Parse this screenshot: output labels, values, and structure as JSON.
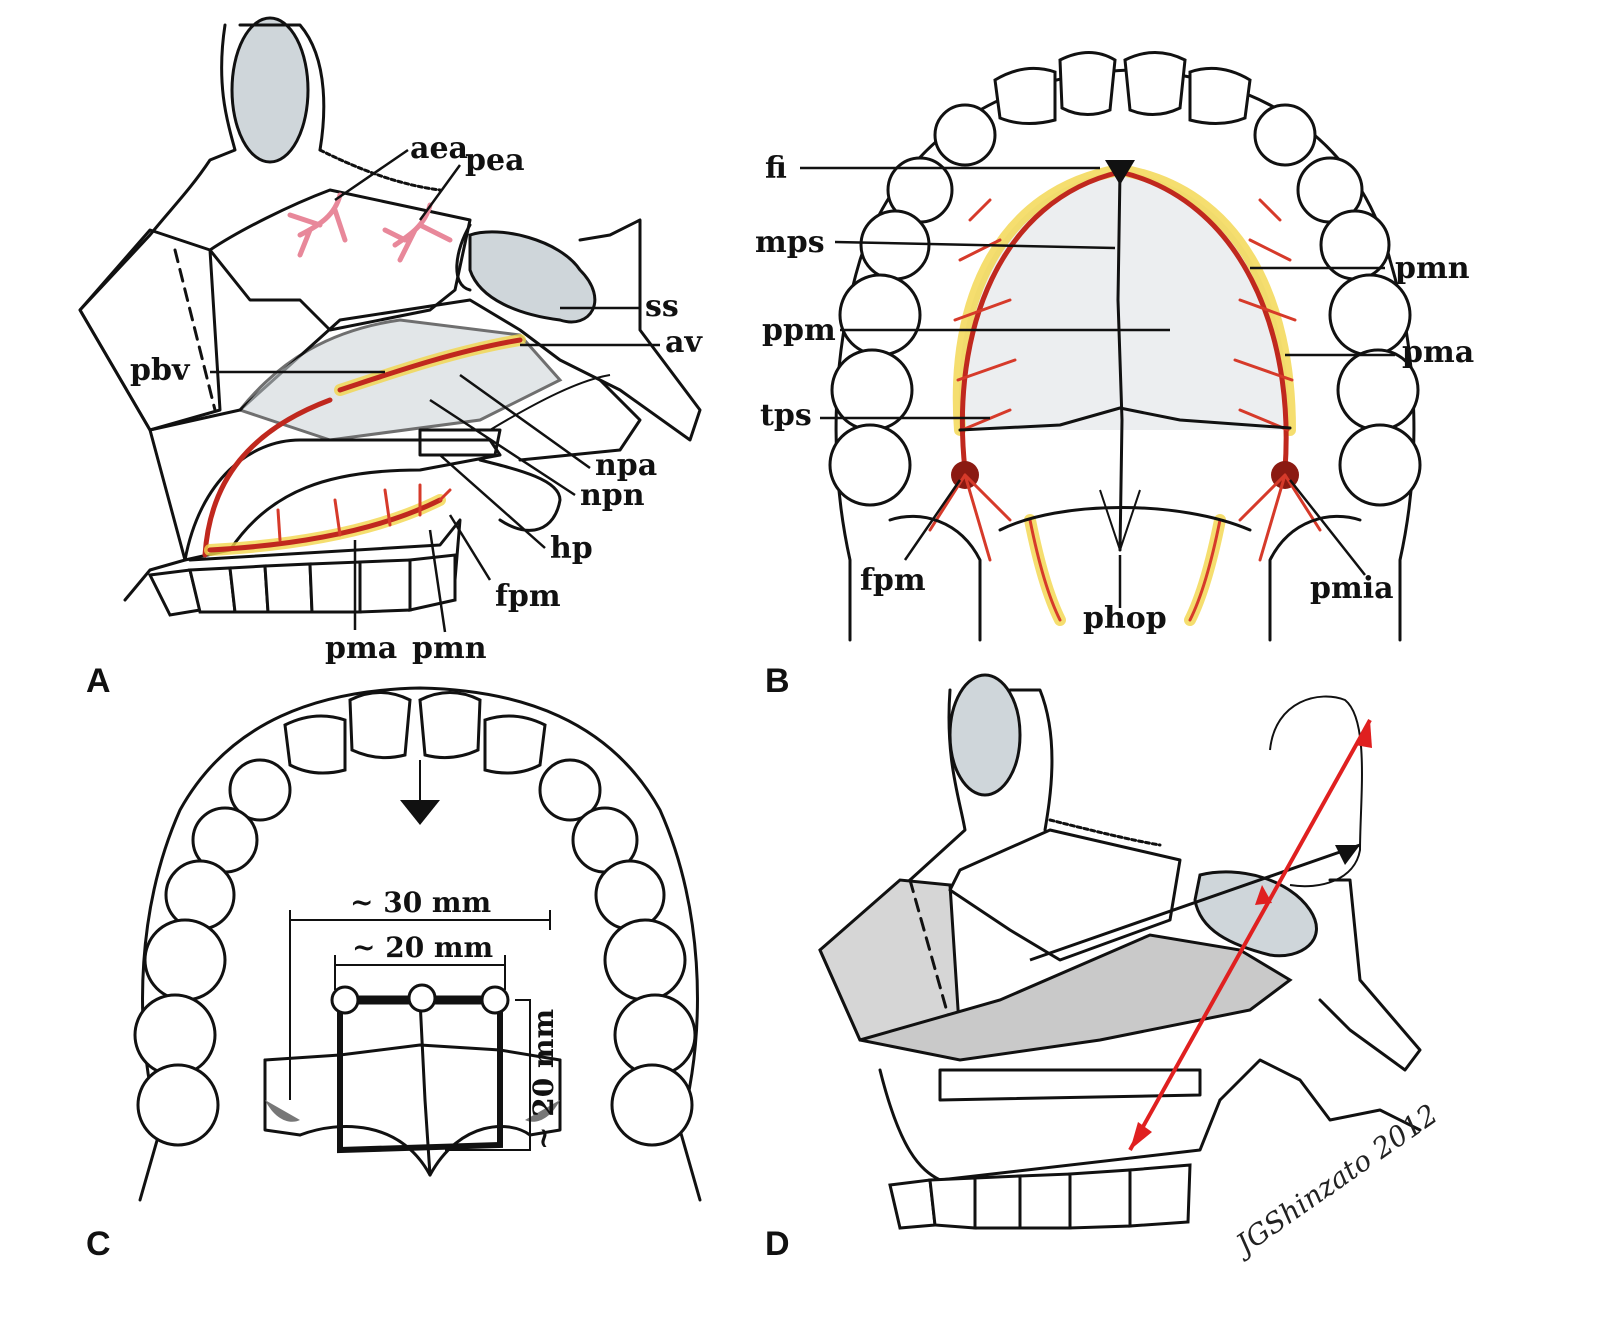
{
  "panels": {
    "A": {
      "letter": "A",
      "labels": {
        "aea": "aea",
        "pea": "pea",
        "ss": "ss",
        "av": "av",
        "pbv": "pbv",
        "npa": "npa",
        "npn": "npn",
        "hp": "hp",
        "fpm": "fpm",
        "pma": "pma",
        "pmn": "pmn"
      }
    },
    "B": {
      "letter": "B",
      "labels": {
        "fi": "fi",
        "mps": "mps",
        "ppm": "ppm",
        "tps": "tps",
        "fpm": "fpm",
        "phop": "phop",
        "pmn": "pmn",
        "pma": "pma",
        "pmia": "pmia"
      }
    },
    "C": {
      "letter": "C",
      "dimensions": {
        "width_outer": "~ 30 mm",
        "width_inner": "~ 20 mm",
        "height": "~ 20 mm"
      }
    },
    "D": {
      "letter": "D",
      "signature": "JGShinzato 2012"
    }
  },
  "colors": {
    "vessel": "#c0281e",
    "vessel_glow": "#f2d64b",
    "ethmoid_vessels": "#e8889a",
    "arrow_red": "#e02020",
    "bone_shade": "#cfd6da"
  }
}
